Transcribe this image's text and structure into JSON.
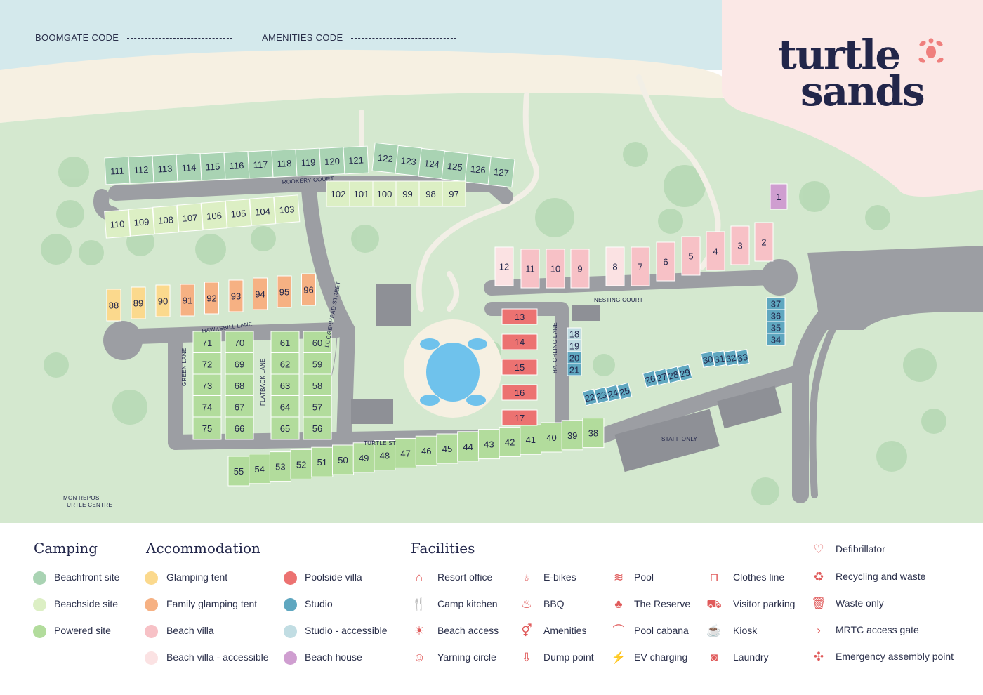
{
  "codes": {
    "boomgate": "BOOMGATE CODE",
    "amenities": "AMENITIES CODE"
  },
  "brand": {
    "line1": "turtle",
    "line2": "sands"
  },
  "streets": {
    "rookery": "ROOKERY COURT",
    "loggerhead": "LOGGERHEAD STREET",
    "hawksbill": "HAWKSBILL LANE",
    "green": "GREEN LANE",
    "flatback": "FLATBACK LANE",
    "turtle": "TURTLE ST",
    "hatchling": "HATCHLING LANE",
    "nesting": "NESTING COURT",
    "staff": "STAFF ONLY",
    "monrepos1": "MON REPOS",
    "monrepos2": "TURTLE CENTRE"
  },
  "colors": {
    "beachfront": "#a9d3b3",
    "beachside": "#dcefc4",
    "powered": "#b2dc9c",
    "glamping": "#fbd98d",
    "family_glamping": "#f6b183",
    "beach_villa": "#f7c1c6",
    "beach_villa_accessible": "#fbe2e3",
    "poolside_villa": "#ec7271",
    "studio": "#5fa7c0",
    "studio_accessible": "#c1dde3",
    "beach_house": "#cf9ed0",
    "road": "#9c9ea3",
    "grass": "#d4e8cf",
    "sea": "#d4e9ec",
    "sand": "#f6f0e2",
    "accent": "#e05a5a"
  },
  "sites": {
    "beachfront_top": [
      "111",
      "112",
      "113",
      "114",
      "115",
      "116",
      "117",
      "118",
      "119",
      "120",
      "121"
    ],
    "beachfront_top2": [
      "122",
      "123",
      "124",
      "125",
      "126",
      "127"
    ],
    "beachside_left": [
      "110",
      "109",
      "108",
      "107",
      "106",
      "105",
      "104",
      "103"
    ],
    "beachside_right": [
      "102",
      "101",
      "100",
      "99",
      "98",
      "97"
    ],
    "glamping": [
      "88",
      "89",
      "90"
    ],
    "family_glamping": [
      "91",
      "92",
      "93",
      "94",
      "95",
      "96"
    ],
    "powered_green_left": [
      "71",
      "72",
      "73",
      "74",
      "75"
    ],
    "powered_green_right": [
      "70",
      "69",
      "68",
      "67",
      "66"
    ],
    "powered_flat_left": [
      "61",
      "62",
      "63",
      "64",
      "65"
    ],
    "powered_flat_right": [
      "60",
      "59",
      "58",
      "57",
      "56"
    ],
    "powered_bottom": [
      "55",
      "54",
      "53",
      "52",
      "51",
      "50",
      "49",
      "48",
      "47",
      "46",
      "45",
      "44",
      "43",
      "42",
      "41",
      "40",
      "39",
      "38"
    ],
    "poolside": [
      "13",
      "14",
      "15",
      "16",
      "17"
    ],
    "beach_villas": [
      "12",
      "11",
      "10",
      "9",
      "8",
      "7",
      "6",
      "5",
      "4",
      "3",
      "2"
    ],
    "beach_house": [
      "1"
    ],
    "studios_accessible": [
      "18",
      "19"
    ],
    "studios_hatch": [
      "20",
      "21"
    ],
    "studios_a": [
      "22",
      "23",
      "24",
      "25"
    ],
    "studios_b": [
      "26",
      "27",
      "28",
      "29"
    ],
    "studios_c": [
      "30",
      "31",
      "32",
      "33"
    ],
    "studios_d": [
      "37",
      "36",
      "35",
      "34"
    ]
  },
  "legend": {
    "camping": {
      "title": "Camping",
      "items": [
        {
          "label": "Beachfront site",
          "color": "#a9d3b3"
        },
        {
          "label": "Beachside site",
          "color": "#dcefc4"
        },
        {
          "label": "Powered site",
          "color": "#b2dc9c"
        }
      ]
    },
    "accommodation": {
      "title": "Accommodation",
      "col1": [
        {
          "label": "Glamping tent",
          "color": "#fbd98d"
        },
        {
          "label": "Family glamping tent",
          "color": "#f6b183"
        },
        {
          "label": "Beach villa",
          "color": "#f7c1c6"
        },
        {
          "label": "Beach villa - accessible",
          "color": "#fbe2e3"
        }
      ],
      "col2": [
        {
          "label": "Poolside villa",
          "color": "#ec7271"
        },
        {
          "label": "Studio",
          "color": "#5fa7c0"
        },
        {
          "label": "Studio - accessible",
          "color": "#c1dde3"
        },
        {
          "label": "Beach house",
          "color": "#cf9ed0"
        }
      ]
    },
    "facilities": {
      "title": "Facilities",
      "col1": [
        {
          "label": "Resort office",
          "icon": "resort-office-icon",
          "glyph": "⌂"
        },
        {
          "label": "Camp kitchen",
          "icon": "camp-kitchen-icon",
          "glyph": "🍴"
        },
        {
          "label": "Beach access",
          "icon": "beach-access-icon",
          "glyph": "☀"
        },
        {
          "label": "Yarning circle",
          "icon": "yarning-circle-icon",
          "glyph": "☺"
        }
      ],
      "col2": [
        {
          "label": "E-bikes",
          "icon": "e-bike-icon",
          "glyph": "♁"
        },
        {
          "label": "BBQ",
          "icon": "bbq-icon",
          "glyph": "♨"
        },
        {
          "label": "Amenities",
          "icon": "amenities-icon",
          "glyph": "⚥"
        },
        {
          "label": "Dump point",
          "icon": "dump-point-icon",
          "glyph": "⇩"
        }
      ],
      "col3": [
        {
          "label": "Pool",
          "icon": "pool-icon",
          "glyph": "≋"
        },
        {
          "label": "The Reserve",
          "icon": "reserve-icon",
          "glyph": "♣"
        },
        {
          "label": "Pool  cabana",
          "icon": "pool-cabana-icon",
          "glyph": "⌒"
        },
        {
          "label": "EV charging",
          "icon": "ev-charging-icon",
          "glyph": "⚡"
        }
      ],
      "col4": [
        {
          "label": "Clothes line",
          "icon": "clothes-line-icon",
          "glyph": "⊓"
        },
        {
          "label": "Visitor parking",
          "icon": "visitor-parking-icon",
          "glyph": "⛟"
        },
        {
          "label": "Kiosk",
          "icon": "kiosk-icon",
          "glyph": "☕"
        },
        {
          "label": "Laundry",
          "icon": "laundry-icon",
          "glyph": "◙"
        }
      ],
      "col5": [
        {
          "label": "Defibrillator",
          "icon": "defibrillator-icon",
          "glyph": "♡"
        },
        {
          "label": "Recycling and waste",
          "icon": "recycling-icon",
          "glyph": "♻"
        },
        {
          "label": "Waste only",
          "icon": "waste-icon",
          "glyph": "🗑"
        },
        {
          "label": "MRTC access gate",
          "icon": "mrtc-gate-icon",
          "glyph": "›"
        },
        {
          "label": "Emergency assembly point",
          "icon": "assembly-point-icon",
          "glyph": "✣"
        }
      ]
    }
  }
}
